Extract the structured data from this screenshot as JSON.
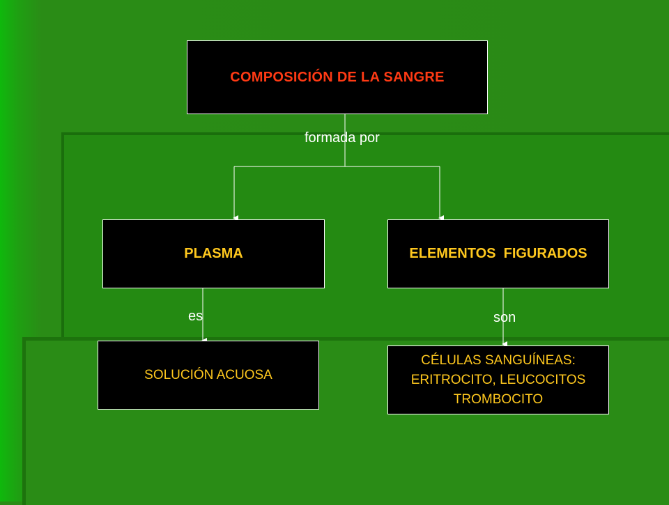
{
  "diagram": {
    "root": {
      "label": "COMPOSICIÓN DE LA SANGRE"
    },
    "edge_root": {
      "label": "formada por"
    },
    "plasma": {
      "label": "PLASMA"
    },
    "elementos": {
      "label": "ELEMENTOS  FIGURADOS"
    },
    "edge_plasma": {
      "label": "es"
    },
    "edge_elementos": {
      "label": "son"
    },
    "solucion": {
      "label": "SOLUCIÓN ACUOSA"
    },
    "celulas": {
      "lines": [
        "CÉLULAS SANGUÍNEAS:",
        "ERITROCITO, LEUCOCITOS",
        "TROMBOCITO"
      ]
    }
  },
  "colors": {
    "background": "#2a8c16",
    "box_fill": "#000000",
    "title_text": "#ff3a14",
    "node_text": "#ffc81e",
    "connector": "#ffffff"
  }
}
